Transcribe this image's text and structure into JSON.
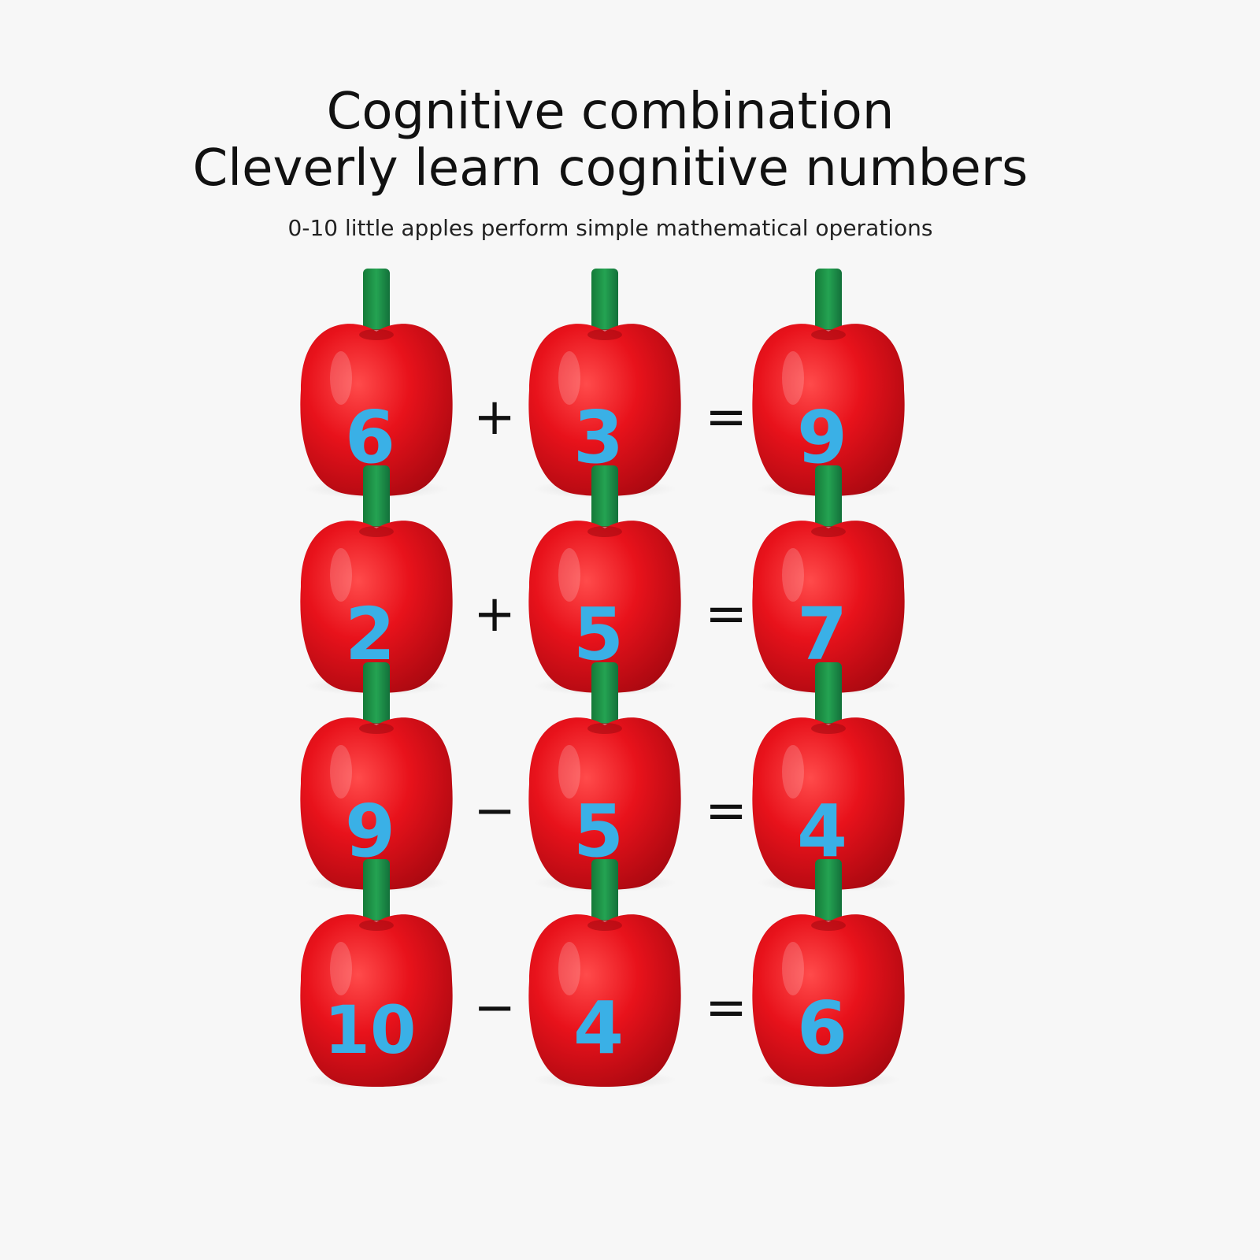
{
  "heading": {
    "line1": "Cognitive combination",
    "line2": "Cleverly learn cognitive numbers",
    "subtitle": "0-10 little apples perform simple mathematical operations"
  },
  "equations": [
    {
      "a": "6",
      "op": "+",
      "b": "3",
      "eq": "=",
      "result": "9"
    },
    {
      "a": "2",
      "op": "+",
      "b": "5",
      "eq": "=",
      "result": "7"
    },
    {
      "a": "9",
      "op": "−",
      "b": "5",
      "eq": "=",
      "result": "4"
    },
    {
      "a": "10",
      "op": "−",
      "b": "4",
      "eq": "=",
      "result": "6"
    }
  ],
  "colors": {
    "apple_red": "#e8121b",
    "apple_dark": "#b30a0f",
    "stem_green": "#1f9a4a",
    "number_blue": "#3ab0e6",
    "background": "#f7f7f7"
  }
}
